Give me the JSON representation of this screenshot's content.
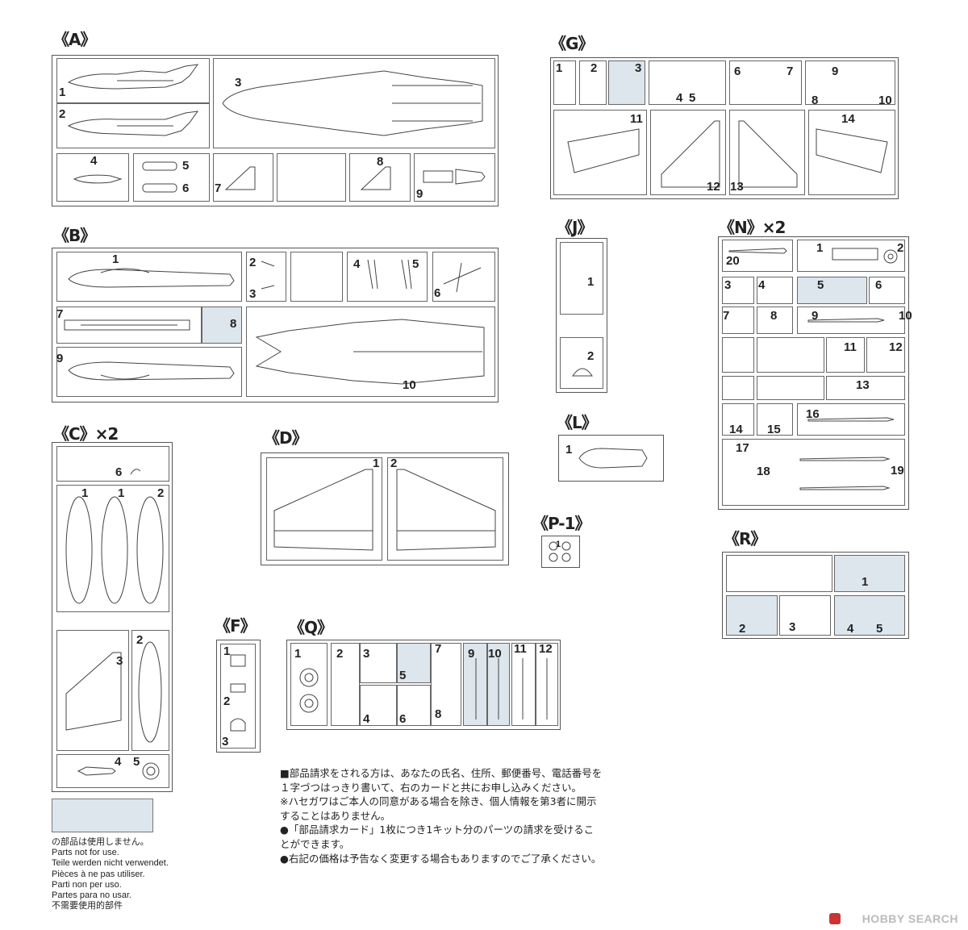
{
  "sprues": {
    "A": {
      "title": "《A》",
      "parts": [
        "1",
        "2",
        "3",
        "4",
        "5",
        "6",
        "7",
        "8",
        "9"
      ]
    },
    "B": {
      "title": "《B》",
      "parts": [
        "1",
        "2",
        "3",
        "4",
        "5",
        "6",
        "7",
        "8",
        "9",
        "10"
      ]
    },
    "C": {
      "title": "《C》×2",
      "parts": [
        "6",
        "1",
        "1",
        "2",
        "3",
        "2",
        "4",
        "5"
      ]
    },
    "D": {
      "title": "《D》",
      "parts": [
        "1",
        "2"
      ]
    },
    "F": {
      "title": "《F》",
      "parts": [
        "1",
        "2",
        "3"
      ]
    },
    "G": {
      "title": "《G》",
      "parts": [
        "1",
        "2",
        "3",
        "4",
        "5",
        "6",
        "7",
        "9",
        "8",
        "10",
        "11",
        "14",
        "12",
        "13"
      ]
    },
    "J": {
      "title": "《J》",
      "parts": [
        "1",
        "2"
      ]
    },
    "L": {
      "title": "《L》",
      "parts": [
        "1"
      ]
    },
    "P1": {
      "title": "《P-1》",
      "parts": [
        "1"
      ]
    },
    "N": {
      "title": "《N》×2",
      "parts": [
        "20",
        "1",
        "2",
        "3",
        "4",
        "5",
        "6",
        "7",
        "8",
        "9",
        "10",
        "11",
        "12",
        "13",
        "14",
        "15",
        "16",
        "17",
        "18",
        "19"
      ]
    },
    "Q": {
      "title": "《Q》",
      "parts": [
        "1",
        "2",
        "3",
        "4",
        "5",
        "6",
        "7",
        "8",
        "9",
        "10",
        "11",
        "12"
      ]
    },
    "R": {
      "title": "《R》",
      "parts": [
        "1",
        "2",
        "3",
        "4",
        "5"
      ]
    }
  },
  "legend": {
    "lines": [
      "の部品は使用しません。",
      "Parts not for use.",
      "Teile werden nicht verwendet.",
      "Pièces à ne pas utiliser.",
      "Parti non per uso.",
      "Partes para no usar.",
      "不需要使用的部件"
    ]
  },
  "notes": {
    "lines": [
      "■部品請求をされる方は、あなたの氏名、住所、郵便番号、電話番号を１字づつはっきり書いて、右のカードと共にお申し込みください。",
      "※ハセガワはご本人の同意がある場合を除き、個人情報を第3者に開示することはありません。",
      "●「部品請求カード」1枚につき1キット分のパーツの請求を受けることができます。",
      "●右記の価格は予告なく変更する場合もありますのでご了承ください。"
    ]
  },
  "watermark": {
    "text": "HOBBY SEARCH"
  },
  "colors": {
    "unused_shade": "#dde6ec",
    "line": "#444444"
  }
}
